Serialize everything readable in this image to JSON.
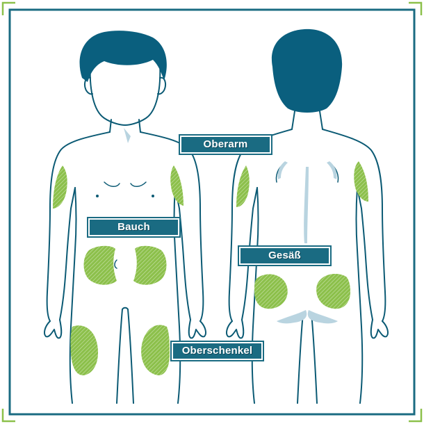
{
  "labels": {
    "oberarm": "Oberarm",
    "bauch": "Bauch",
    "gesaess": "Gesäß",
    "oberschenkel": "Oberschenkel"
  },
  "colors": {
    "frame": "#1a6b82",
    "corner_accent": "#8cc04b",
    "outline": "#0b5a74",
    "hair": "#0a5f7e",
    "injection_zone": "#8cc04b",
    "label_bg": "#1a6b82",
    "shade": "#b9d4e0"
  }
}
